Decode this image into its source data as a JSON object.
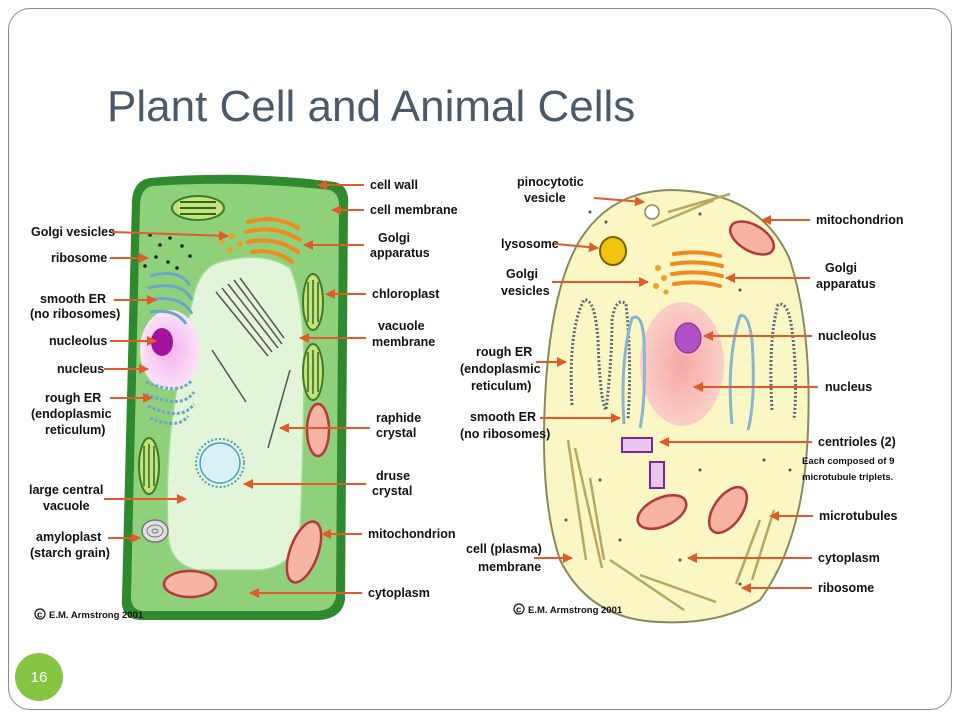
{
  "slide": {
    "title": "Plant Cell and Animal Cells",
    "page_number": "16"
  },
  "plant_cell": {
    "copyright": "E.M. Armstrong 2001",
    "labels": {
      "cell_wall": "cell wall",
      "cell_membrane": "cell membrane",
      "golgi_vesicles": "Golgi vesicles",
      "ribosome": "ribosome",
      "golgi_apparatus_1": "Golgi",
      "golgi_apparatus_2": "apparatus",
      "smooth_er_1": "smooth ER",
      "smooth_er_2": "(no ribosomes)",
      "chloroplast": "chloroplast",
      "nucleolus": "nucleolus",
      "vacuole_membrane_1": "vacuole",
      "vacuole_membrane_2": "membrane",
      "nucleus": "nucleus",
      "rough_er_1": "rough ER",
      "rough_er_2": "(endoplasmic",
      "rough_er_3": "reticulum)",
      "raphide_1": "raphide",
      "raphide_2": "crystal",
      "druse_1": "druse",
      "druse_2": "crystal",
      "large_vacuole_1": "large central",
      "large_vacuole_2": "vacuole",
      "mitochondrion": "mitochondrion",
      "amyloplast_1": "amyloplast",
      "amyloplast_2": "(starch grain)",
      "cytoplasm": "cytoplasm"
    }
  },
  "animal_cell": {
    "copyright": "E.M. Armstrong 2001",
    "labels": {
      "pinocytotic_1": "pinocytotic",
      "pinocytotic_2": "vesicle",
      "mitochondrion": "mitochondrion",
      "lysosome": "lysosome",
      "golgi_vesicles_1": "Golgi",
      "golgi_vesicles_2": "vesicles",
      "golgi_apparatus_1": "Golgi",
      "golgi_apparatus_2": "apparatus",
      "nucleolus": "nucleolus",
      "rough_er_1": "rough ER",
      "rough_er_2": "(endoplasmic",
      "rough_er_3": "reticulum)",
      "nucleus": "nucleus",
      "smooth_er_1": "smooth ER",
      "smooth_er_2": "(no ribosomes)",
      "centrioles": "centrioles (2)",
      "centrioles_note_1": "Each composed of 9",
      "centrioles_note_2": "microtubule triplets.",
      "microtubules": "microtubules",
      "cell_membrane_1": "cell (plasma)",
      "cell_membrane_2": "membrane",
      "cytoplasm": "cytoplasm",
      "ribosome": "ribosome"
    }
  },
  "colors": {
    "arrow": "#e35a2a",
    "plant_wall": "#2f8a2f",
    "plant_cytoplasm": "#8fd07a",
    "vacuole": "#e2f5d8",
    "animal_cytoplasm": "#fbf7c4",
    "nucleus": "#f8b4ae",
    "badge": "#86c541"
  }
}
